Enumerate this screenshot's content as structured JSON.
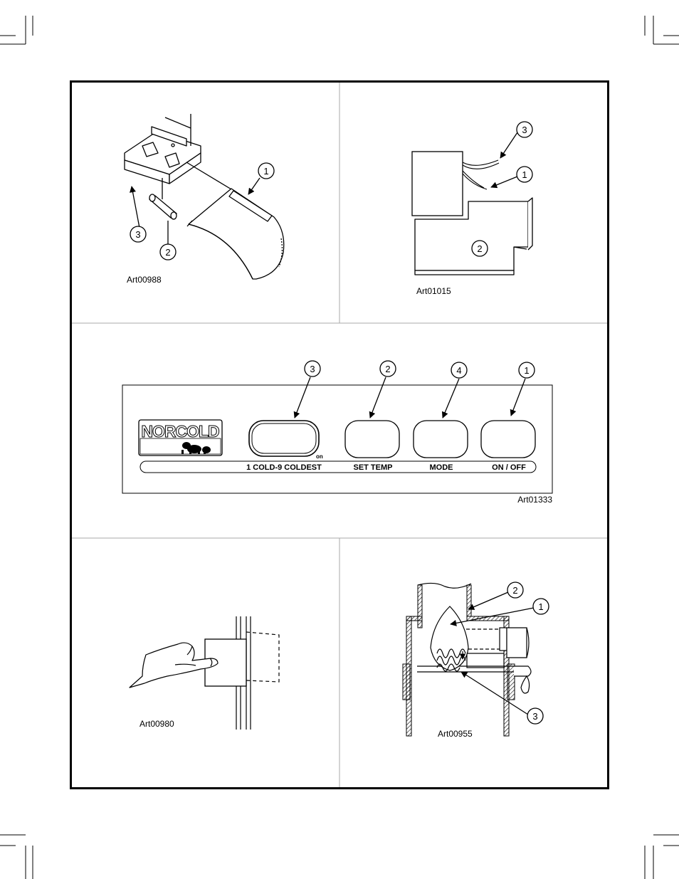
{
  "figures": {
    "top_left": {
      "art_id": "Art00988",
      "callouts": [
        "1",
        "2",
        "3"
      ]
    },
    "top_right": {
      "art_id": "Art01015",
      "callouts": [
        "3",
        "1",
        "2"
      ]
    },
    "control_panel": {
      "art_id": "Art01333",
      "callouts": [
        "3",
        "2",
        "4",
        "1"
      ],
      "logo": "NORCOLD",
      "on_indicator": "on",
      "buttons": [
        "1 COLD-9 COLDEST",
        "SET TEMP",
        "MODE",
        "ON / OFF"
      ]
    },
    "bottom_left": {
      "art_id": "Art00980"
    },
    "bottom_right": {
      "art_id": "Art00955",
      "callouts": [
        "2",
        "1",
        "3"
      ]
    }
  }
}
